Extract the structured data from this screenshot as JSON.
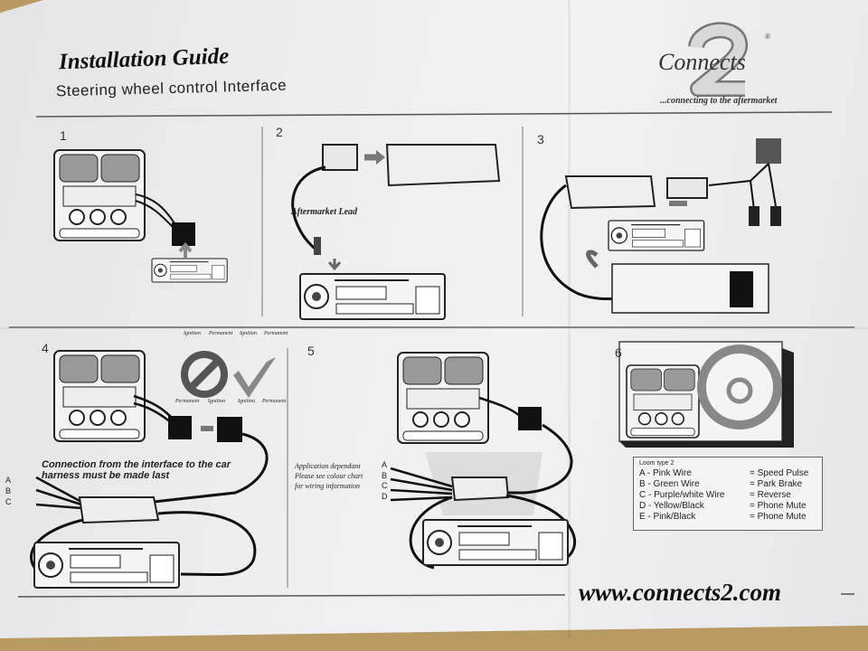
{
  "header": {
    "title": "Installation Guide",
    "subtitle": "Steering wheel control Interface"
  },
  "logo": {
    "name": "Connects",
    "numeral": "2",
    "registered": "®",
    "tagline": "...connecting to the aftermarket"
  },
  "steps": [
    {
      "number": "1"
    },
    {
      "number": "2",
      "label": "Aftermarket Lead"
    },
    {
      "number": "3"
    },
    {
      "number": "4",
      "note": "Connection from the interface to the car harness must be made last",
      "wires": [
        "A",
        "B",
        "C"
      ],
      "diagram_labels": {
        "top_left": "Ignition",
        "top_right": "Permanent",
        "bottom_left": "Permanent",
        "bottom_right": "Ignition",
        "ok_top_left": "Ignition",
        "ok_top_right": "Permanent",
        "ok_bottom_left": "Ignition",
        "ok_bottom_right": "Permanent"
      }
    },
    {
      "number": "5",
      "note_lines": [
        "Application dependant",
        "Please see colour chart",
        "for wiring information"
      ],
      "wires": [
        "A",
        "B",
        "C",
        "D"
      ]
    },
    {
      "number": "6"
    }
  ],
  "loom": {
    "heading": "Loom type 2",
    "rows": [
      {
        "wire": "A - Pink Wire",
        "function": "= Speed Pulse"
      },
      {
        "wire": "B - Green Wire",
        "function": "= Park Brake"
      },
      {
        "wire": "C - Purple/white Wire",
        "function": "= Reverse"
      },
      {
        "wire": "D - Yellow/Black",
        "function": "= Phone Mute"
      },
      {
        "wire": "E - Pink/Black",
        "function": "= Phone Mute"
      }
    ]
  },
  "footer": {
    "url": "www.connects2.com"
  }
}
